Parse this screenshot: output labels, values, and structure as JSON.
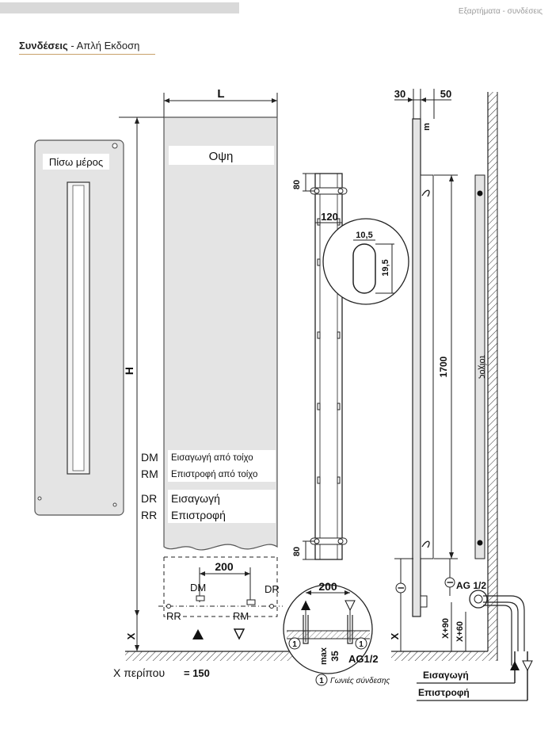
{
  "header": {
    "right_text": "Εξαρτήματα - συνδέσεις"
  },
  "section": {
    "title_bold": "Συνδέσεις",
    "title_rest": " - Απλή Εκδοση"
  },
  "back_view": {
    "label": "Πίσω μέρος"
  },
  "front_view": {
    "label": "Οψη",
    "width_label": "L",
    "height_label": "H",
    "connections": [
      {
        "code": "DM",
        "text": "Εισαγωγή από τοίχο"
      },
      {
        "code": "RM",
        "text": "Επιστροφή από τοίχο"
      },
      {
        "code": "DR",
        "text": "Εισαγωγή"
      },
      {
        "code": "RR",
        "text": "Επιστροφή"
      }
    ],
    "bottom_spacing": "200",
    "dm_label": "DM",
    "dr_label": "DR",
    "rr_label": "RR",
    "rm_label": "RM",
    "x_label": "X",
    "x_note_prefix": "X περίπου",
    "x_note_value": "= 150"
  },
  "bracket": {
    "top_offset": "80",
    "bottom_offset": "80",
    "width": "120",
    "slot_width": "10,5",
    "slot_height": "19,5"
  },
  "detail": {
    "spacing": "200",
    "max_label": "max",
    "max_value": "35",
    "thread": "AG1/2",
    "callout_number": "1",
    "callout_text": "Γωνιές σύνδεσης"
  },
  "side_view": {
    "dim_30": "30",
    "dim_50": "50",
    "m_label": "m",
    "height_1700": "1700",
    "wall_label": "τοίχος",
    "l_symbol": "l",
    "x_label": "X",
    "x90": "X+90",
    "x60": "X+60",
    "thread": "AG 1/2",
    "inlet_label": "Εισαγωγή",
    "return_label": "Επιστροφή"
  }
}
